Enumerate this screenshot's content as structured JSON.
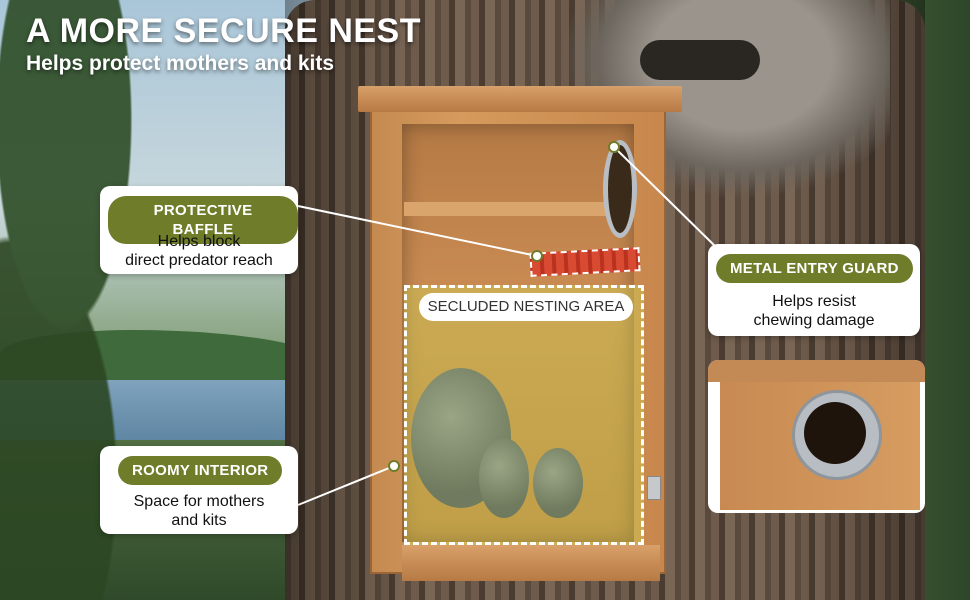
{
  "headline": "A MORE SECURE NEST",
  "subheadline": "Helps protect mothers and kits",
  "callouts": {
    "protective_baffle": {
      "title": "PROTECTIVE BAFFLE",
      "desc_line1": "Helps block",
      "desc_line2": "direct predator reach"
    },
    "metal_entry_guard": {
      "title": "METAL ENTRY GUARD",
      "desc_line1": "Helps resist",
      "desc_line2": "chewing damage"
    },
    "roomy_interior": {
      "title": "ROOMY INTERIOR",
      "desc_line1": "Space for mothers",
      "desc_line2": "and kits"
    },
    "nesting_area": {
      "title": "SECLUDED NESTING AREA"
    }
  },
  "colors": {
    "pill_green": "#6f7c2a",
    "highlight_yellow_green": "#d2e65a",
    "baffle_red": "#d94a32"
  }
}
